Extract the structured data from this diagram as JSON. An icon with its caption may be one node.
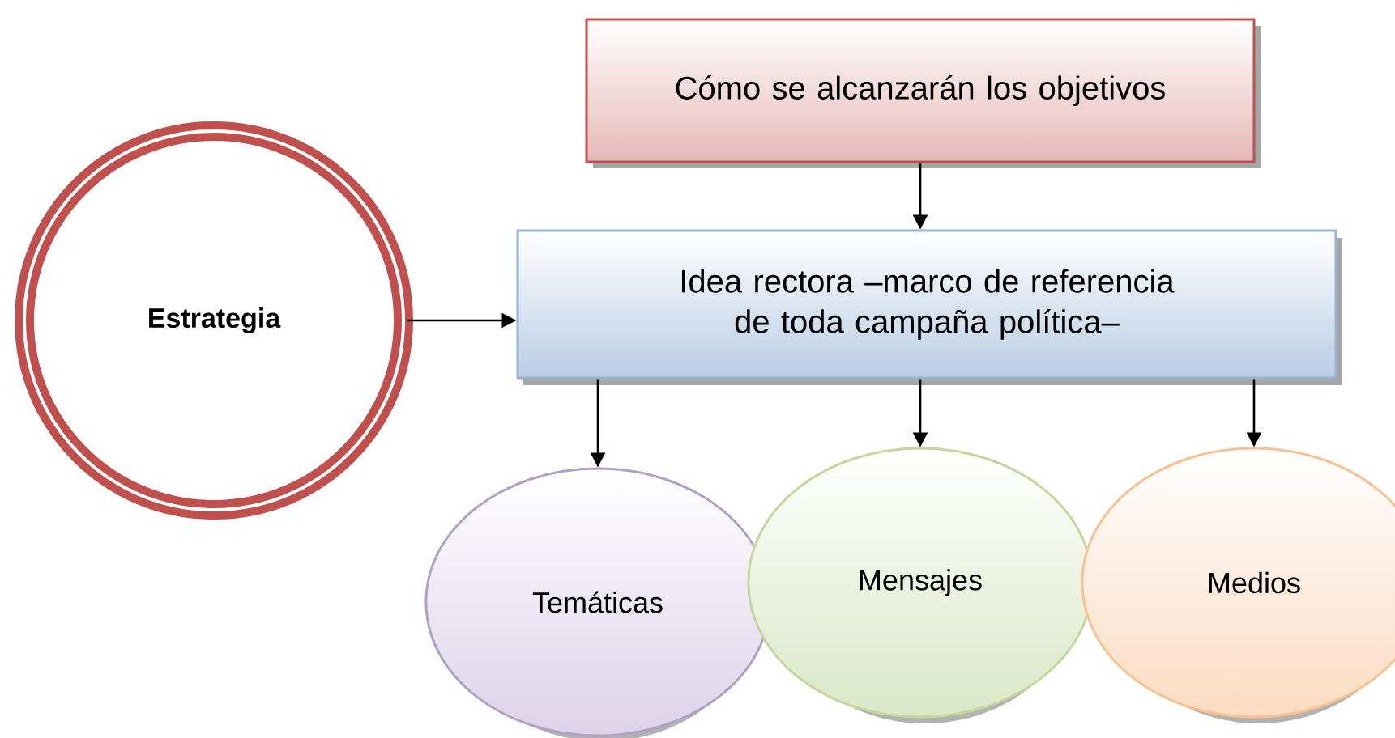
{
  "diagram": {
    "nodes": [
      {
        "text": [
          "Cómo se alcanzarán los objetivos"
        ]
      },
      {
        "text": [
          "Estrategia"
        ]
      },
      {
        "text": [
          "Idea rectora –marco de referencia de toda campaña política–"
        ]
      },
      {
        "text": [
          "Temáticas"
        ]
      },
      {
        "text": [
          "Mensajes"
        ]
      },
      {
        "text": [
          "Medios"
        ]
      }
    ],
    "edges": [
      {
        "from": 0,
        "to": 2,
        "arrow": "to"
      },
      {
        "from": 1,
        "to": 2,
        "arrow": "to"
      },
      {
        "from": 2,
        "to": 3,
        "arrow": "to"
      },
      {
        "from": 2,
        "to": 4,
        "arrow": "to"
      },
      {
        "from": 2,
        "to": 5,
        "arrow": "to"
      }
    ]
  }
}
